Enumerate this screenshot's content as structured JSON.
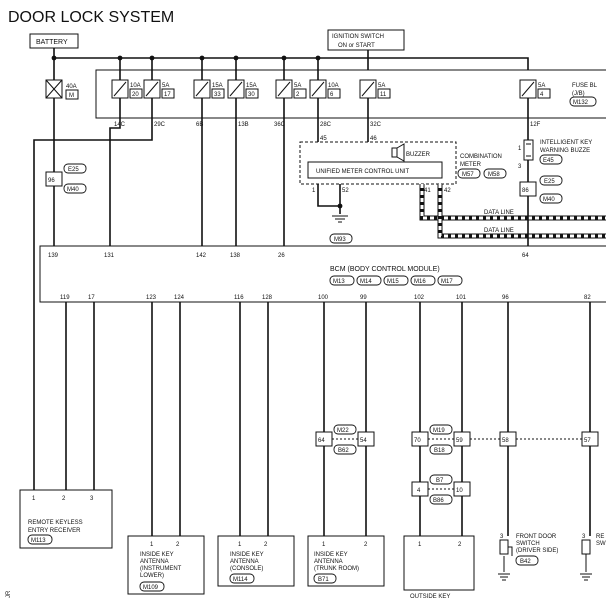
{
  "title": "DOOR LOCK SYSTEM",
  "battery": "BATTERY",
  "ignition": {
    "line1": "IGNITION SWITCH",
    "line2": "ON or START"
  },
  "fuse_block": {
    "line1": "FUSE BL",
    "line2": "(J/B)",
    "connector": "M132"
  },
  "fuse_40a": {
    "amp": "40A",
    "id": "M"
  },
  "fuses": [
    {
      "amp": "10A",
      "id": "20",
      "term": "14C"
    },
    {
      "amp": "5A",
      "id": "17",
      "term": "29C"
    },
    {
      "amp": "15A",
      "id": "33",
      "term": "6B"
    },
    {
      "amp": "15A",
      "id": "30",
      "term": "13B"
    },
    {
      "amp": "5A",
      "id": "2",
      "term": "36C"
    },
    {
      "amp": "10A",
      "id": "6",
      "term": "28C"
    },
    {
      "amp": "5A",
      "id": "11",
      "term": "32C"
    },
    {
      "amp": "5A",
      "id": "4",
      "term": "12F"
    }
  ],
  "e25_joint": {
    "connA": "E25",
    "pin": "96",
    "connB": "M40"
  },
  "e25_joint_right": {
    "connA": "E25",
    "pin": "86",
    "connB": "M40"
  },
  "meter": {
    "unit": "UNIFIED METER CONTROL UNIT",
    "buzzer": "BUZZER",
    "name1": "COMBINATION",
    "name2": "METER",
    "conn1": "M57",
    "conn2": "M58",
    "pin45": "45",
    "pin46": "46",
    "pin1": "1",
    "pin52": "52",
    "pin41": "41",
    "pin42": "42",
    "ground": "M93"
  },
  "ikey_buzzer": {
    "line1": "INTELLIGENT KEY",
    "line2": "WARNING BUZZE",
    "conn": "E45",
    "pin1": "1",
    "pin3": "3"
  },
  "data_line": "DATA LINE",
  "bcm": {
    "name": "BCM (BODY CONTROL MODULE)",
    "conns": [
      "M13",
      "M14",
      "M15",
      "M16",
      "M17"
    ],
    "top_pins": [
      "139",
      "131",
      "142",
      "138",
      "26",
      "64"
    ],
    "bottom_pins": [
      "119",
      "17",
      "123",
      "124",
      "116",
      "128",
      "100",
      "99",
      "102",
      "101",
      "96",
      "82"
    ]
  },
  "joints": {
    "j1": {
      "left": "64",
      "right": "54",
      "top": "M22",
      "bottom": "B62"
    },
    "j2": {
      "left": "70",
      "right": "59",
      "top": "M19",
      "bottom": "B18"
    },
    "j3": {
      "left": "4",
      "right": "10",
      "top": "B7",
      "bottom": "B86"
    },
    "j4": {
      "pin": "58"
    },
    "j5": {
      "pin": "57"
    }
  },
  "receiver": {
    "line1": "REMOTE KEYLESS",
    "line2": "ENTRY RECEIVER",
    "conn": "M113",
    "pins": [
      "1",
      "2",
      "3"
    ]
  },
  "antenna_ip": {
    "lines": [
      "INSIDE KEY",
      "ANTENNA",
      "(INSTRUMENT",
      "LOWER)"
    ],
    "conn": "M109",
    "pins": [
      "1",
      "2"
    ]
  },
  "antenna_console": {
    "lines": [
      "INSIDE KEY",
      "ANTENNA",
      "(CONSOLE)"
    ],
    "conn": "M114",
    "pins": [
      "1",
      "2"
    ]
  },
  "antenna_trunk": {
    "lines": [
      "INSIDE KEY",
      "ANTENNA",
      "(TRUNK ROOM)"
    ],
    "conn": "B71",
    "pins": [
      "1",
      "2"
    ]
  },
  "outside_key": {
    "label": "OUTSIDE KEY",
    "pins": [
      "1",
      "2"
    ]
  },
  "front_door": {
    "lines": [
      "FRONT DOOR",
      "SWITCH",
      "(DRIVER SIDE)"
    ],
    "conn": "B42",
    "pin": "3"
  },
  "rear_partial": {
    "lines": [
      "RE",
      "SW"
    ],
    "pin": "3"
  },
  "side_code": "JR"
}
